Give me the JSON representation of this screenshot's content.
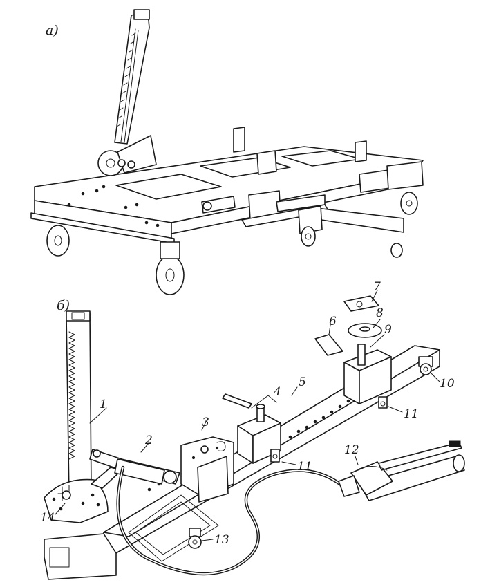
{
  "panels": {
    "a": "а)",
    "b": "б)"
  },
  "labels": {
    "l1": "1",
    "l2": "2",
    "l3": "3",
    "l4": "4",
    "l5": "5",
    "l6": "6",
    "l7": "7",
    "l8": "8",
    "l9": "9",
    "l10": "10",
    "l11a": "11",
    "l11b": "11",
    "l12": "12",
    "l13": "13",
    "l14": "14"
  }
}
